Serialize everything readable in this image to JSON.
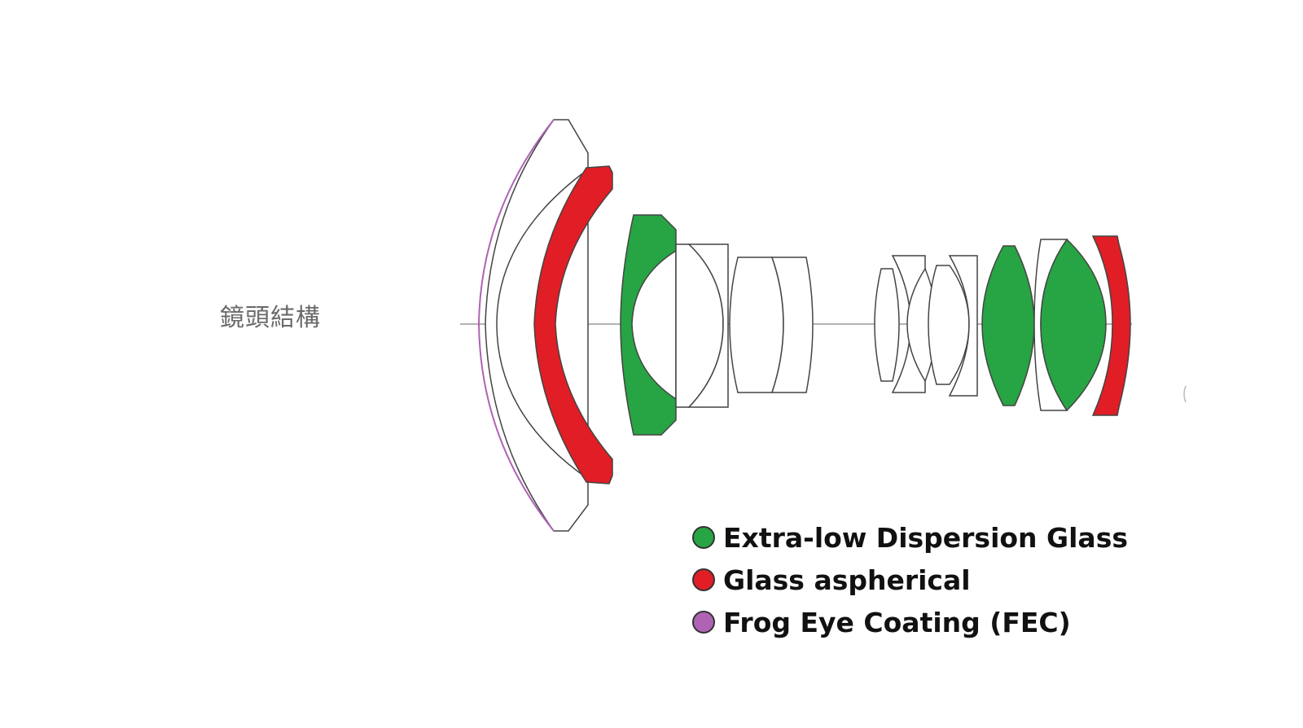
{
  "side_label": "鏡頭結構",
  "colors": {
    "ed_glass": "#27a443",
    "aspherical": "#e11d25",
    "fec_coating": "#b062b5",
    "outline": "#444444",
    "axis": "#666666"
  },
  "legend": [
    {
      "label": "Extra-low Dispersion Glass",
      "color": "#27a443",
      "icon": "green-dot-icon"
    },
    {
      "label": "Glass aspherical",
      "color": "#e11d25",
      "icon": "red-dot-icon"
    },
    {
      "label": "Frog Eye Coating (FEC)",
      "color": "#b062b5",
      "icon": "purple-dot-icon"
    }
  ]
}
